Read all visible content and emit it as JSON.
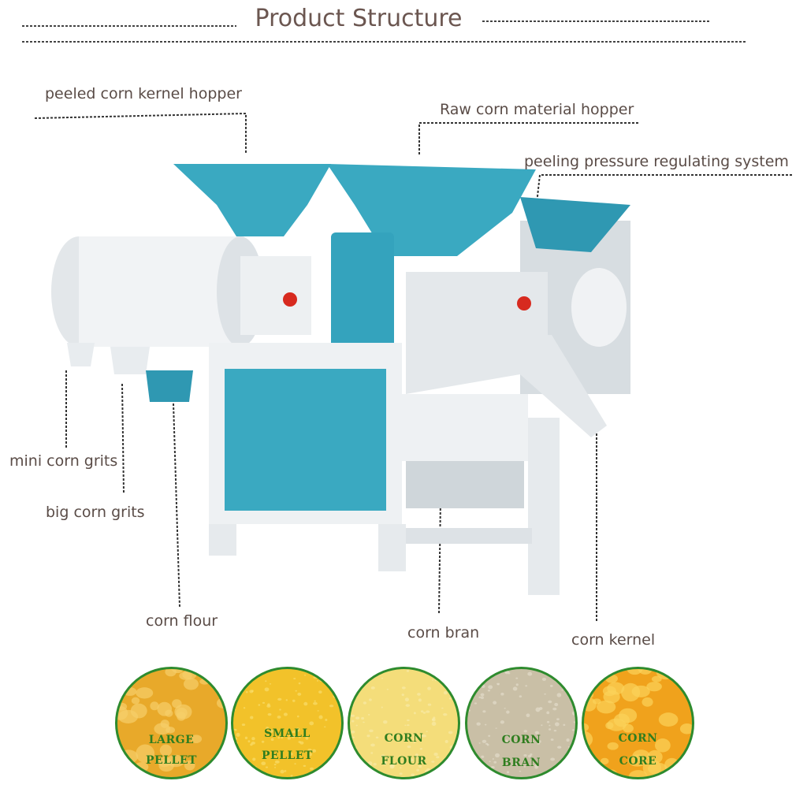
{
  "title": "Product Structure",
  "labels": {
    "peeled_hopper": "peeled corn kernel hopper",
    "raw_hopper": "Raw corn material hopper",
    "pressure_system": "peeling pressure regulating system",
    "mini_grits": "mini corn grits",
    "big_grits": "big corn grits",
    "corn_flour": "corn flour",
    "corn_bran": "corn bran",
    "corn_kernel": "corn kernel"
  },
  "samples": [
    {
      "line1": "LARGE",
      "line2": "PELLET",
      "fill": "#e8a92a",
      "dots": "#f6cf6a"
    },
    {
      "line1": "SMALL",
      "line2": "PELLET",
      "fill": "#f2c22a",
      "dots": "#f9dd6b"
    },
    {
      "line1": "CORN",
      "line2": "FLOUR",
      "fill": "#f4dd7a",
      "dots": "#f8e9a5"
    },
    {
      "line1": "CORN",
      "line2": "BRAN",
      "fill": "#c9bfa6",
      "dots": "#e2dccb"
    },
    {
      "line1": "CORN",
      "line2": "CORE",
      "fill": "#f0a21c",
      "dots": "#fbd35a"
    }
  ],
  "colors": {
    "accent": "#3aa9c1",
    "machine_body": "#e9eef1",
    "circle_border": "#2e8b2e"
  }
}
